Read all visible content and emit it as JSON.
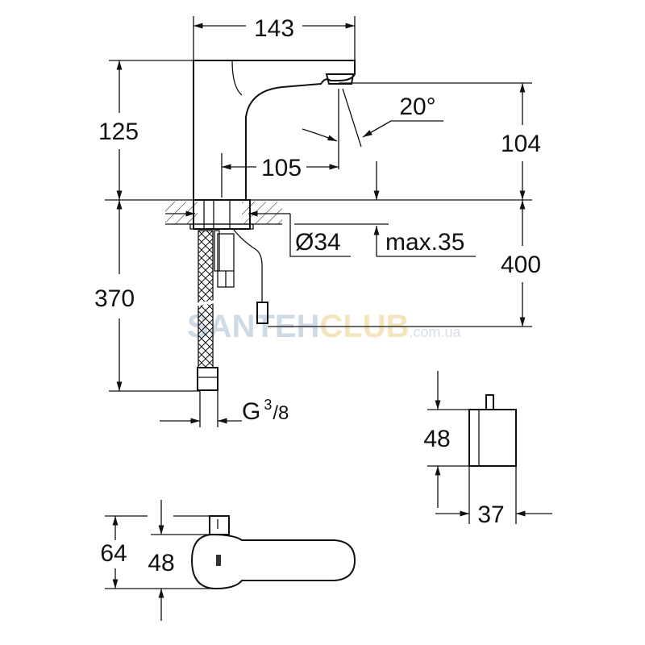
{
  "dimensions": {
    "width_top": "143",
    "height_body": "125",
    "spout_reach": "105",
    "angle": "20°",
    "outlet_height": "104",
    "hole_diameter": "Ø34",
    "max_thickness": "max.35",
    "hose_length": "370",
    "total_below": "400",
    "thread_g": "G",
    "thread_num": "3",
    "thread_den": "/8",
    "box_height": "48",
    "box_depth": "37",
    "lever_total": "64",
    "lever_body": "48"
  },
  "watermark": {
    "part1": "SANTEH",
    "part2": "CLUB",
    "part3": ".com.ua",
    "color1": "#c9d6e3",
    "color2": "#f3e3b8"
  }
}
